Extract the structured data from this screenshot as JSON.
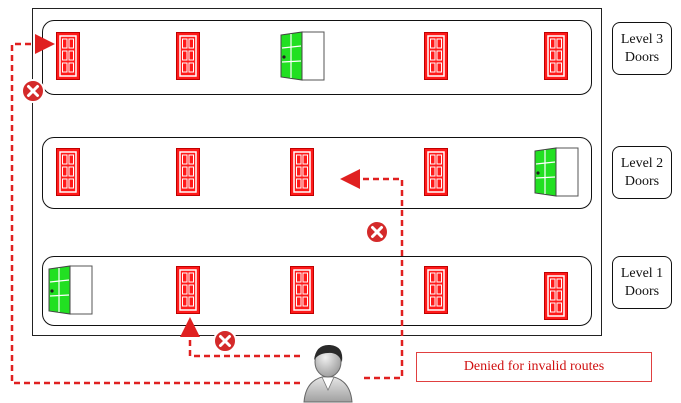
{
  "levels": [
    {
      "label": "Level 3\nDoors",
      "doors": [
        "closed",
        "closed",
        "open",
        "closed",
        "closed"
      ]
    },
    {
      "label": "Level 2\nDoors",
      "doors": [
        "closed",
        "closed",
        "closed",
        "closed",
        "open"
      ]
    },
    {
      "label": "Level 1\nDoors",
      "doors": [
        "open",
        "closed",
        "closed",
        "closed",
        "closed"
      ]
    }
  ],
  "legend": {
    "denied_text": "Denied for invalid routes"
  },
  "colors": {
    "closed_door": "#ff1a1a",
    "open_door": "#22e022",
    "route": "#e02020",
    "deny": "#d42a2a"
  },
  "icons": [
    "deny-x-icon",
    "person-icon",
    "door-closed-icon",
    "door-open-icon"
  ]
}
